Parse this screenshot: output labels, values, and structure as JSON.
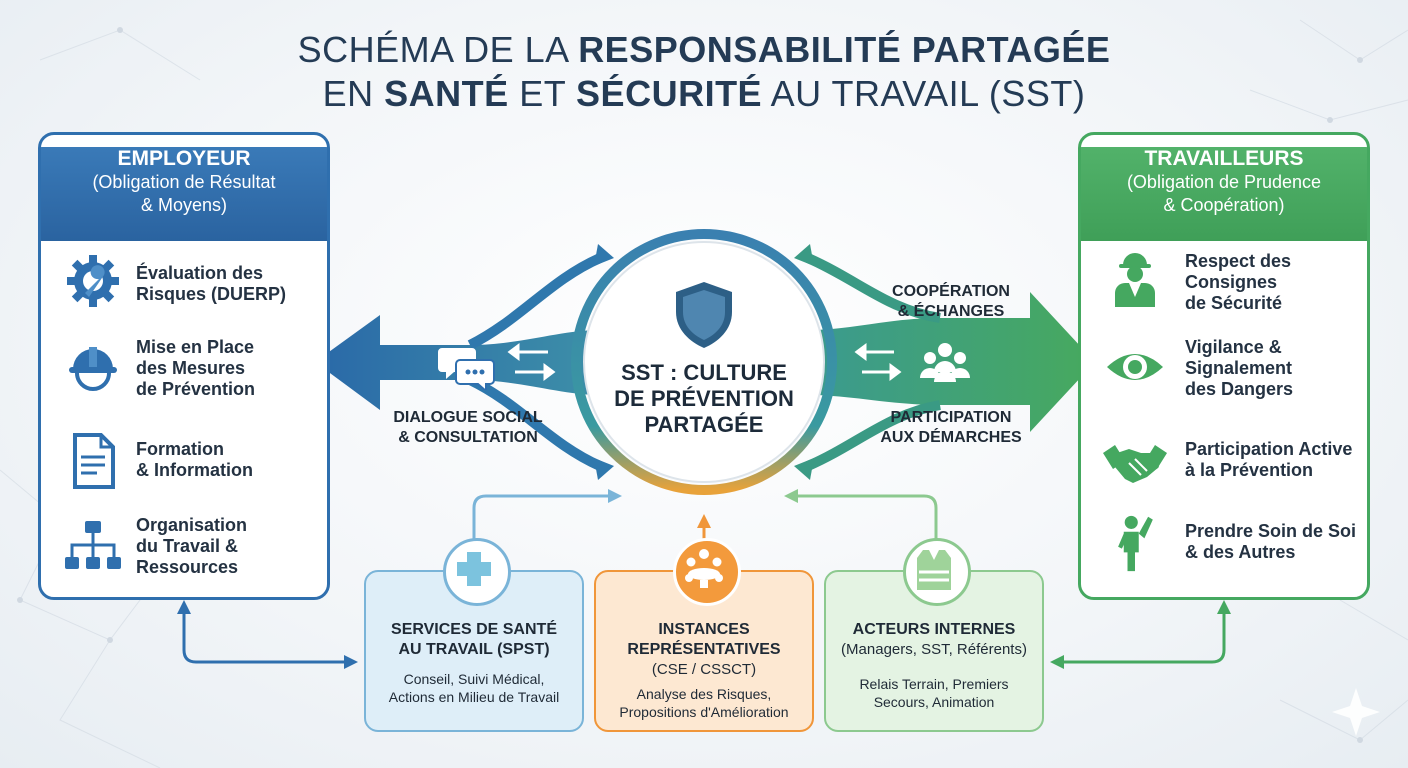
{
  "title": {
    "line1_a": "SCHÉMA DE LA ",
    "line1_b": "RESPONSABILITÉ PARTAGÉE",
    "line2_a": "EN ",
    "line2_b": "SANTÉ",
    "line2_c": " ET ",
    "line2_d": "SÉCURITÉ",
    "line2_e": " AU TRAVAIL (SST)"
  },
  "employeur": {
    "heading": "EMPLOYEUR",
    "sub1": "(Obligation de Résultat",
    "sub2": "& Moyens)",
    "items": [
      {
        "icon": "gear-wrench-icon",
        "l1": "Évaluation des",
        "l2": "Risques (DUERP)",
        "l3": ""
      },
      {
        "icon": "hard-hat-icon",
        "l1": "Mise en Place",
        "l2": "des Mesures",
        "l3": "de Prévention"
      },
      {
        "icon": "document-icon",
        "l1": "Formation",
        "l2": "& Information",
        "l3": ""
      },
      {
        "icon": "org-chart-icon",
        "l1": "Organisation",
        "l2": "du Travail &",
        "l3": "Ressources"
      }
    ],
    "color": "#2f6fae"
  },
  "travailleurs": {
    "heading": "TRAVAILLEURS",
    "sub1": "(Obligation de Prudence",
    "sub2": "& Coopération)",
    "items": [
      {
        "icon": "worker-icon",
        "l1": "Respect des",
        "l2": "Consignes",
        "l3": "de Sécurité"
      },
      {
        "icon": "eye-icon",
        "l1": "Vigilance &",
        "l2": "Signalement",
        "l3": "des Dangers"
      },
      {
        "icon": "handshake-icon",
        "l1": "Participation Active",
        "l2": "à la Prévention",
        "l3": ""
      },
      {
        "icon": "person-waving-icon",
        "l1": "Prendre Soin de Soi",
        "l2": "& des Autres",
        "l3": ""
      }
    ],
    "color": "#45a860"
  },
  "hub": {
    "icon": "shield-icon",
    "l1": "SST : CULTURE",
    "l2": "DE PRÉVENTION",
    "l3": "PARTAGÉE"
  },
  "left_labels": {
    "icon": "chat-bubbles-icon",
    "l1": "DIALOGUE SOCIAL",
    "l2": "& CONSULTATION"
  },
  "right_labels": {
    "icon": "group-icon",
    "top1": "COOPÉRATION",
    "top2": "& ÉCHANGES",
    "bot1": "PARTICIPATION",
    "bot2": "AUX DÉMARCHES"
  },
  "cards": [
    {
      "icon": "medical-cross-icon",
      "t1": "SERVICES DE SANTÉ",
      "t2": "AU TRAVAIL (SPST)",
      "t2_plain": "",
      "d1": "Conseil, Suivi Médical,",
      "d2": "Actions en Milieu de Travail",
      "color": "#7ab4d8"
    },
    {
      "icon": "meeting-icon",
      "t1": "INSTANCES",
      "t2": "REPRÉSENTATIVES",
      "t2_plain": "(CSE / CSSCT)",
      "d1": "Analyse des Risques,",
      "d2": "Propositions d'Amélioration",
      "color": "#f0963a"
    },
    {
      "icon": "safety-vest-icon",
      "t1": "ACTEURS INTERNES",
      "t2": "",
      "t2_plain": "(Managers, SST, Référents)",
      "d1": "Relais Terrain, Premiers",
      "d2": "Secours, Animation",
      "color": "#8cc98f"
    }
  ]
}
